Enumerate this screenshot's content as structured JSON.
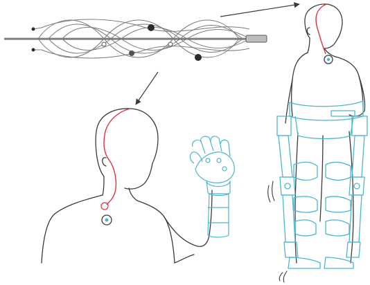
{
  "figure": {
    "panels": [
      {
        "id": "stentrode-device",
        "kind": "mesh-stent-electrode"
      },
      {
        "id": "seated-user-with-robotic-hand",
        "kind": "person-with-bionic-hand"
      },
      {
        "id": "standing-user-with-exoskeleton",
        "kind": "person-with-leg-exoskeleton"
      }
    ],
    "connectors": [
      {
        "from": "stentrode-device",
        "to": "seated-user-with-robotic-hand",
        "style": "arrow"
      },
      {
        "from": "stentrode-device",
        "to": "standing-user-with-exoskeleton",
        "style": "arrow"
      }
    ]
  },
  "colors": {
    "background": "#ffffff",
    "outline": "#3a3a3a",
    "implant_lead": "#d9343a",
    "prosthetic": "#4ab6cf",
    "stent_wire": "#7a7a7a",
    "stent_node": "#2b2b2b"
  }
}
